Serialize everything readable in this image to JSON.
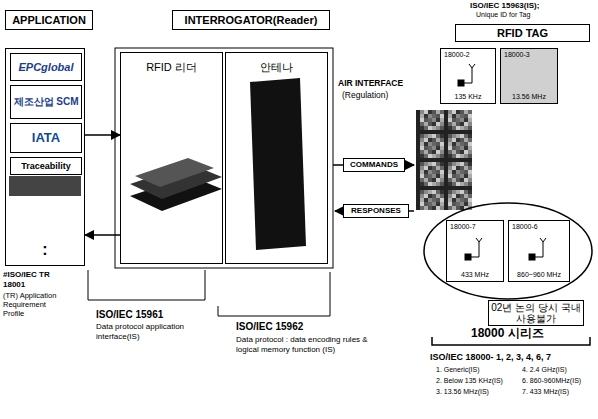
{
  "diagram": {
    "nodes": [
      {
        "text": [
          "APPLICATION"
        ]
      },
      {
        "text": [
          "INTERROGATOR(Reader)"
        ]
      },
      {
        "text": [
          "RFID TAG"
        ]
      },
      {
        "text": [
          ":"
        ]
      },
      {
        "text": [
          "EPCglobal"
        ],
        "in": 3
      },
      {
        "text": [
          "제조산업 SCM"
        ],
        "in": 3
      },
      {
        "text": [
          "IATA"
        ],
        "in": 3
      },
      {
        "text": [
          "Traceability"
        ],
        "in": 3
      },
      {
        "text": [
          "RFID 리더"
        ]
      },
      {
        "text": [
          "안테나"
        ]
      },
      {
        "text": [
          "COMMANDS"
        ]
      },
      {
        "text": [
          "RESPONSES"
        ]
      },
      {
        "text": [
          "18000-2",
          "135 KHz"
        ]
      },
      {
        "text": [
          "18000-3",
          "13.56 MHz"
        ]
      },
      {
        "text": [
          "18000-7",
          "433 MHz"
        ]
      },
      {
        "text": [
          "18000-6",
          "860~960 MHz"
        ]
      },
      {
        "text": [
          "02년 논의 당시 국내 사용불가"
        ]
      }
    ],
    "edges": [
      {
        "from": 3,
        "to": 8,
        "arrow": "to"
      },
      {
        "from": 8,
        "to": 3,
        "arrow": "to"
      }
    ],
    "labels": [
      "ISO/IEC 15963(IS);",
      "Unique ID for Tag",
      "AIR INTERFACE",
      "(Regulation)",
      "#ISO/IEC TR 18001",
      "(TR) Application Requirement Profile",
      "ISO/IEC 15961",
      "Data protocol application interface(IS)",
      "ISO/IEC 15962",
      "Data protocol : data encoding rules & logical memory function (IS)",
      "18000 시리즈",
      "ISO/IEC 18000- 1, 2, 3, 4, 6, 7",
      "1. Generic(IS)",
      "4. 2.4 GHz(IS)",
      "2. Below 135 KHz(IS)",
      "6. 860-960MHz(IS)",
      "3. 13.56 MHz(IS)",
      "7. 433 MHz(IS)"
    ]
  }
}
